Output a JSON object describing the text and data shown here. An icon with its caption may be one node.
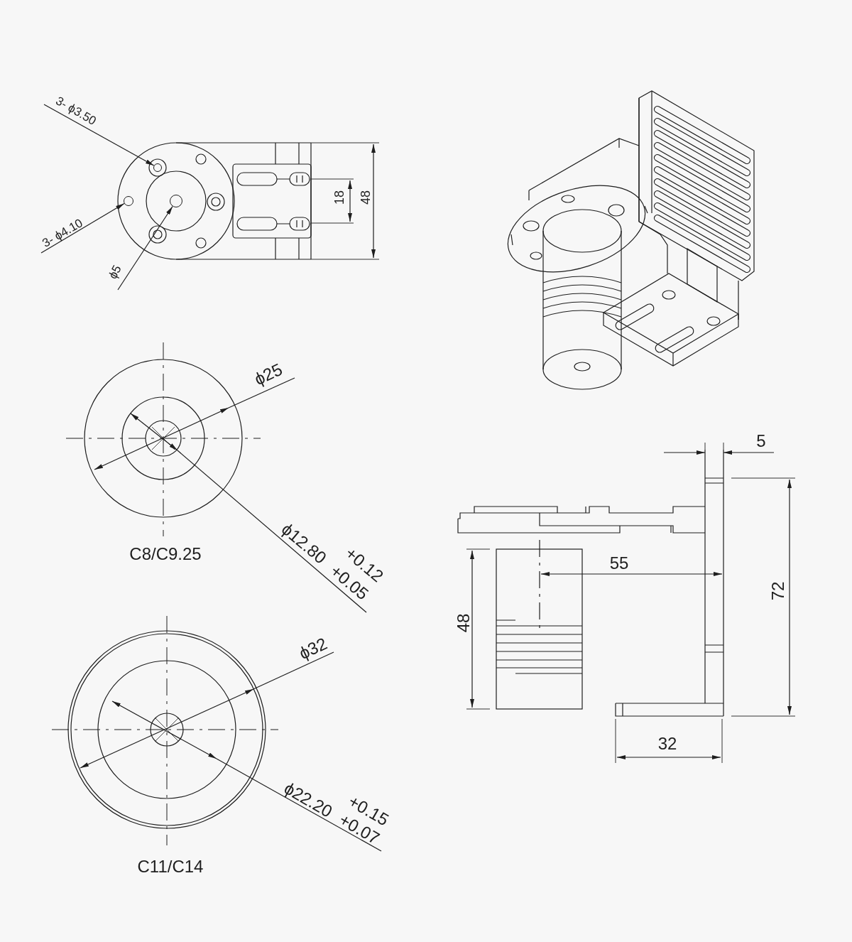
{
  "diagram": {
    "nodes": [
      {
        "text": [
          "3- ϕ3.50"
        ]
      },
      {
        "text": [
          "3- ϕ4.10"
        ]
      },
      {
        "text": [
          "ϕ5"
        ]
      },
      {
        "text": [],
        "shape": "circle"
      },
      {
        "text": [],
        "shape": "circle"
      },
      {
        "text": [],
        "shape": "circle"
      }
    ],
    "edges": [
      {
        "from": 0,
        "to": 3,
        "arrow": "to"
      },
      {
        "from": 1,
        "to": 4,
        "arrow": "to"
      },
      {
        "from": 2,
        "to": 5,
        "arrow": "to"
      }
    ],
    "labels": [
      "18",
      "48",
      "ϕ25",
      "ϕ12.80",
      "+0.12",
      "+0.05",
      "C8/C9.25",
      "ϕ32",
      "ϕ22.20",
      "+0.15",
      "+0.07",
      "C11/C14",
      "5",
      "72",
      "55",
      "48",
      "32"
    ]
  }
}
